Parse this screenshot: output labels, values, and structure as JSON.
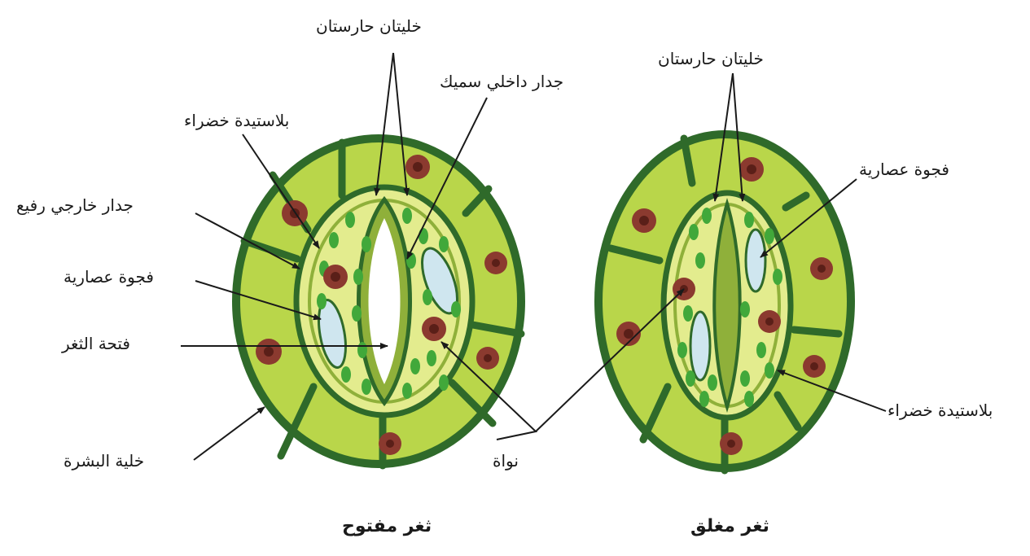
{
  "labels": {
    "guard_cells_open": "خليتان حارستان",
    "thick_inner_wall": "جدار داخلي سميك",
    "green_plastid_open": "بلاستيدة خضراء",
    "thin_outer_wall": "جدار خارجي رفيع",
    "vacuole_open": "فجوة عصارية",
    "stoma_opening": "فتحة الثغر",
    "epidermal_cell": "خلية البشرة",
    "nucleus": "نواة",
    "guard_cells_closed": "خليتان حارستان",
    "vacuole_closed": "فجوة عصارية",
    "green_plastid_closed": "بلاستيدة خضراء"
  },
  "captions": {
    "open": "ثغر مفتوح",
    "closed": "ثغر مغلق"
  },
  "colors": {
    "cell_fill": "#b9d64a",
    "cell_wall": "#2f6a2a",
    "guard_fill": "#e3ec8e",
    "chloroplast": "#41a83a",
    "nucleus_outer": "#8b3a2f",
    "nucleus_inner": "#5a1f18",
    "vacuole": "#cfe6ef",
    "thick_wall": "#8fb03a"
  }
}
